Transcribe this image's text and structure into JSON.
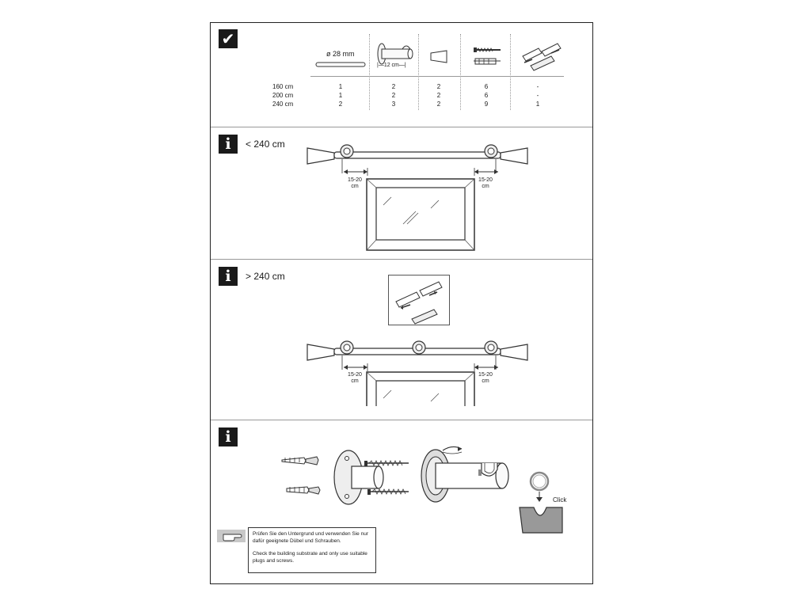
{
  "contents": {
    "rod_diameter": "ø 28 mm",
    "bracket_depth": "12 cm",
    "rows": [
      {
        "size": "160 cm",
        "values": [
          "1",
          "2",
          "2",
          "6",
          "-"
        ]
      },
      {
        "size": "200 cm",
        "values": [
          "1",
          "2",
          "2",
          "6",
          "-"
        ]
      },
      {
        "size": "240 cm",
        "values": [
          "2",
          "3",
          "2",
          "9",
          "1"
        ]
      }
    ]
  },
  "section_small": {
    "size_label": "< 240 cm",
    "distance_left": "15-20",
    "distance_right": "15-20",
    "unit": "cm"
  },
  "section_large": {
    "size_label": "> 240 cm",
    "distance_left": "15-20",
    "distance_right": "15-20",
    "unit": "cm"
  },
  "install": {
    "click_label": "Click"
  },
  "note": {
    "de": "Prüfen Sie den Untergrund und verwenden Sie nur dafür geeignete Dübel und Schrauben.",
    "en": "Check the building substrate and only use suitable plugs and screws."
  },
  "icons": {
    "check": "✔",
    "info": "i",
    "hand": "pointing-hand-icon"
  },
  "colors": {
    "ink": "#1a1a1a",
    "rule": "#999999",
    "note_icon_bg": "#c8c8c8"
  }
}
